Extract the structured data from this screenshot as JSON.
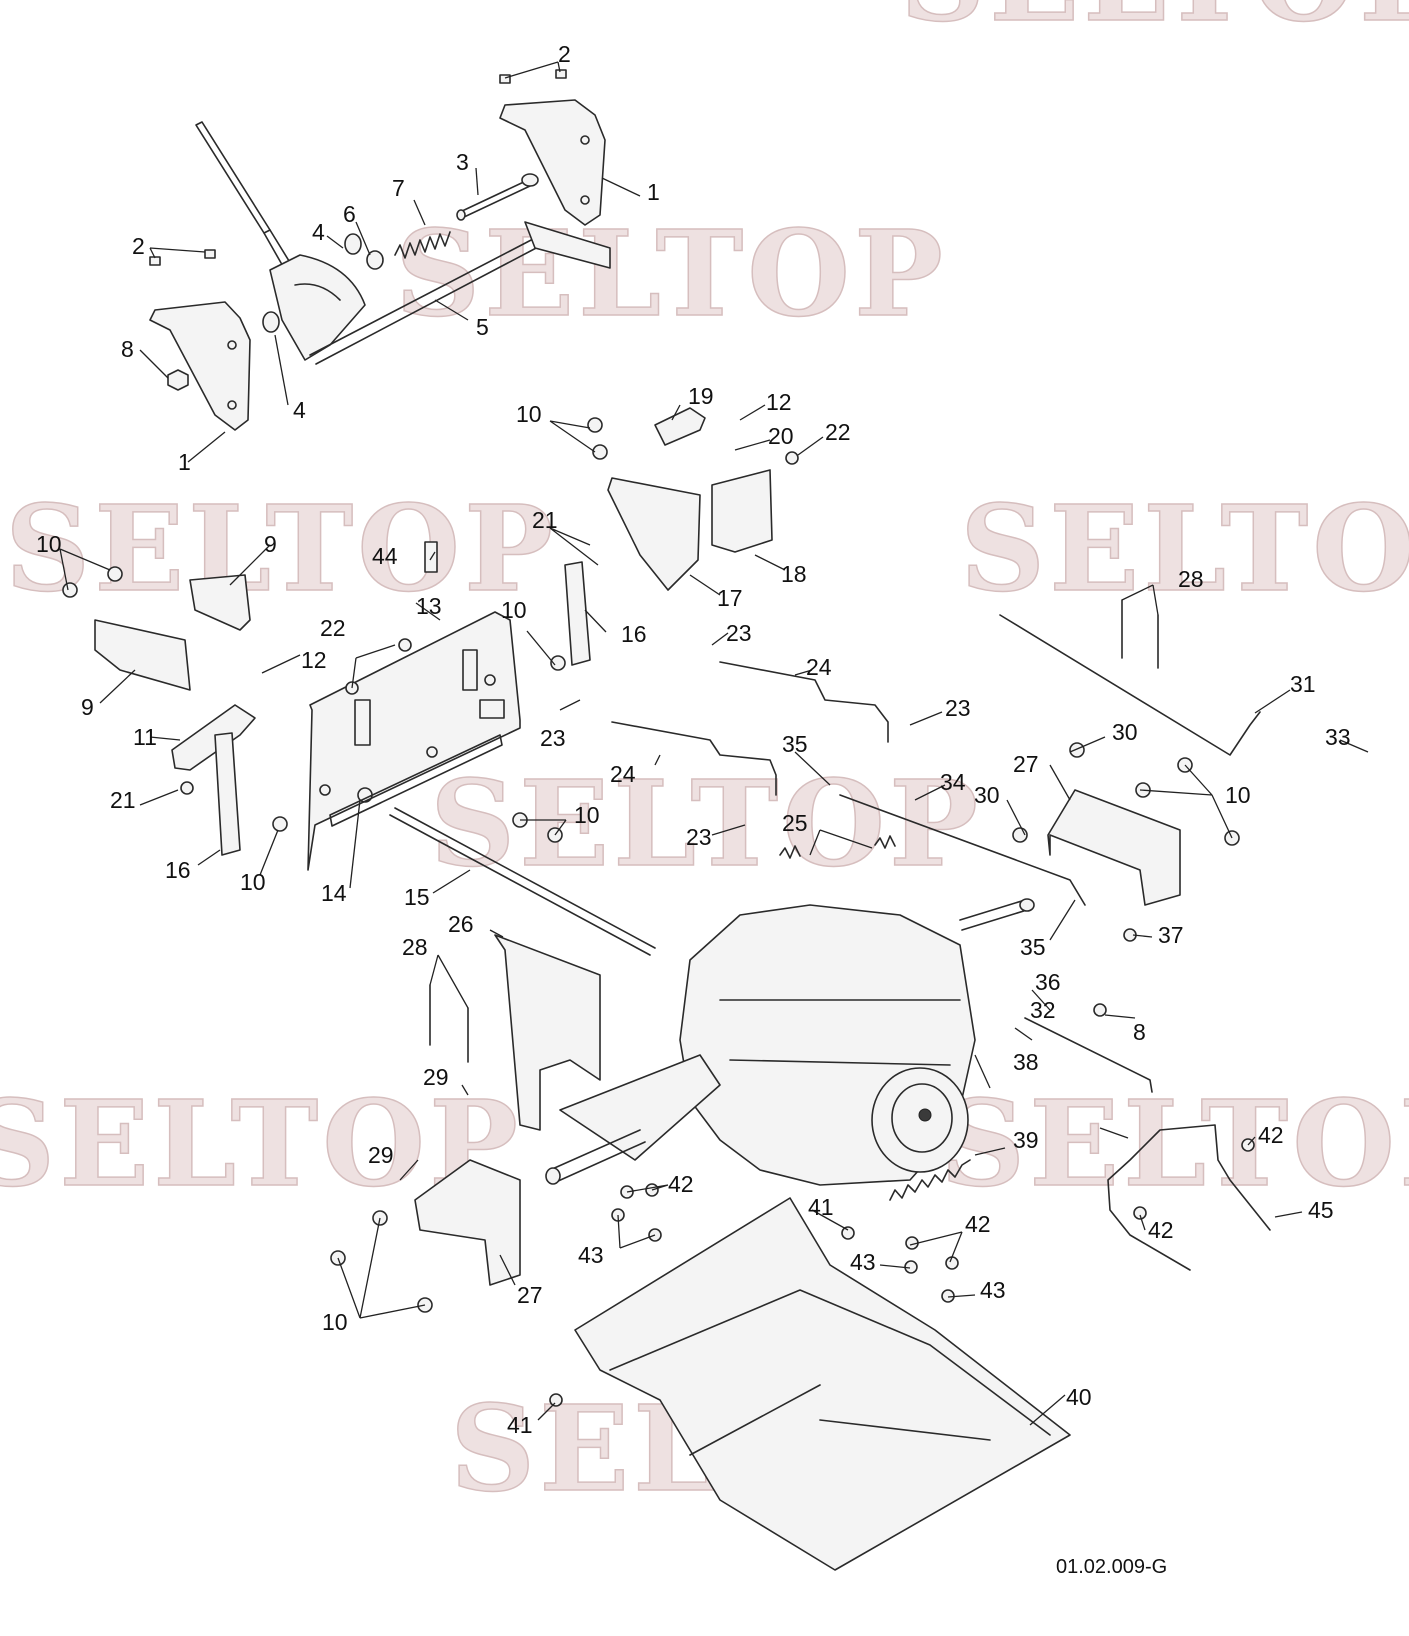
{
  "watermark": {
    "text": "SELTOP",
    "color": "#e9d8d8"
  },
  "drawing_code": "01.02.009-G",
  "callouts": [
    {
      "id": "c1a",
      "label": "1"
    },
    {
      "id": "c1b",
      "label": "1"
    },
    {
      "id": "c2a",
      "label": "2"
    },
    {
      "id": "c2b",
      "label": "2"
    },
    {
      "id": "c3",
      "label": "3"
    },
    {
      "id": "c4a",
      "label": "4"
    },
    {
      "id": "c4b",
      "label": "4"
    },
    {
      "id": "c5",
      "label": "5"
    },
    {
      "id": "c6",
      "label": "6"
    },
    {
      "id": "c7",
      "label": "7"
    },
    {
      "id": "c8a",
      "label": "8"
    },
    {
      "id": "c8b",
      "label": "8"
    },
    {
      "id": "c9a",
      "label": "9"
    },
    {
      "id": "c9b",
      "label": "9"
    },
    {
      "id": "c10a",
      "label": "10"
    },
    {
      "id": "c10b",
      "label": "10"
    },
    {
      "id": "c10c",
      "label": "10"
    },
    {
      "id": "c10d",
      "label": "10"
    },
    {
      "id": "c10e",
      "label": "10"
    },
    {
      "id": "c10f",
      "label": "10"
    },
    {
      "id": "c10g",
      "label": "10"
    },
    {
      "id": "c11",
      "label": "11"
    },
    {
      "id": "c12a",
      "label": "12"
    },
    {
      "id": "c12b",
      "label": "12"
    },
    {
      "id": "c13",
      "label": "13"
    },
    {
      "id": "c14",
      "label": "14"
    },
    {
      "id": "c15",
      "label": "15"
    },
    {
      "id": "c16a",
      "label": "16"
    },
    {
      "id": "c16b",
      "label": "16"
    },
    {
      "id": "c17",
      "label": "17"
    },
    {
      "id": "c18",
      "label": "18"
    },
    {
      "id": "c19",
      "label": "19"
    },
    {
      "id": "c20",
      "label": "20"
    },
    {
      "id": "c21a",
      "label": "21"
    },
    {
      "id": "c21b",
      "label": "21"
    },
    {
      "id": "c22a",
      "label": "22"
    },
    {
      "id": "c22b",
      "label": "22"
    },
    {
      "id": "c23a",
      "label": "23"
    },
    {
      "id": "c23b",
      "label": "23"
    },
    {
      "id": "c23c",
      "label": "23"
    },
    {
      "id": "c23d",
      "label": "23"
    },
    {
      "id": "c24a",
      "label": "24"
    },
    {
      "id": "c24b",
      "label": "24"
    },
    {
      "id": "c25",
      "label": "25"
    },
    {
      "id": "c26",
      "label": "26"
    },
    {
      "id": "c27a",
      "label": "27"
    },
    {
      "id": "c27b",
      "label": "27"
    },
    {
      "id": "c28a",
      "label": "28"
    },
    {
      "id": "c28b",
      "label": "28"
    },
    {
      "id": "c29a",
      "label": "29"
    },
    {
      "id": "c29b",
      "label": "29"
    },
    {
      "id": "c30a",
      "label": "30"
    },
    {
      "id": "c30b",
      "label": "30"
    },
    {
      "id": "c31",
      "label": "31"
    },
    {
      "id": "c32",
      "label": "32"
    },
    {
      "id": "c33",
      "label": "33"
    },
    {
      "id": "c34",
      "label": "34"
    },
    {
      "id": "c35a",
      "label": "35"
    },
    {
      "id": "c35b",
      "label": "35"
    },
    {
      "id": "c36",
      "label": "36"
    },
    {
      "id": "c37",
      "label": "37"
    },
    {
      "id": "c38",
      "label": "38"
    },
    {
      "id": "c39",
      "label": "39"
    },
    {
      "id": "c40",
      "label": "40"
    },
    {
      "id": "c41a",
      "label": "41"
    },
    {
      "id": "c41b",
      "label": "41"
    },
    {
      "id": "c42a",
      "label": "42"
    },
    {
      "id": "c42b",
      "label": "42"
    },
    {
      "id": "c42c",
      "label": "42"
    },
    {
      "id": "c42d",
      "label": "42"
    },
    {
      "id": "c43a",
      "label": "43"
    },
    {
      "id": "c43b",
      "label": "43"
    },
    {
      "id": "c43c",
      "label": "43"
    },
    {
      "id": "c44",
      "label": "44"
    },
    {
      "id": "c45",
      "label": "45"
    }
  ]
}
